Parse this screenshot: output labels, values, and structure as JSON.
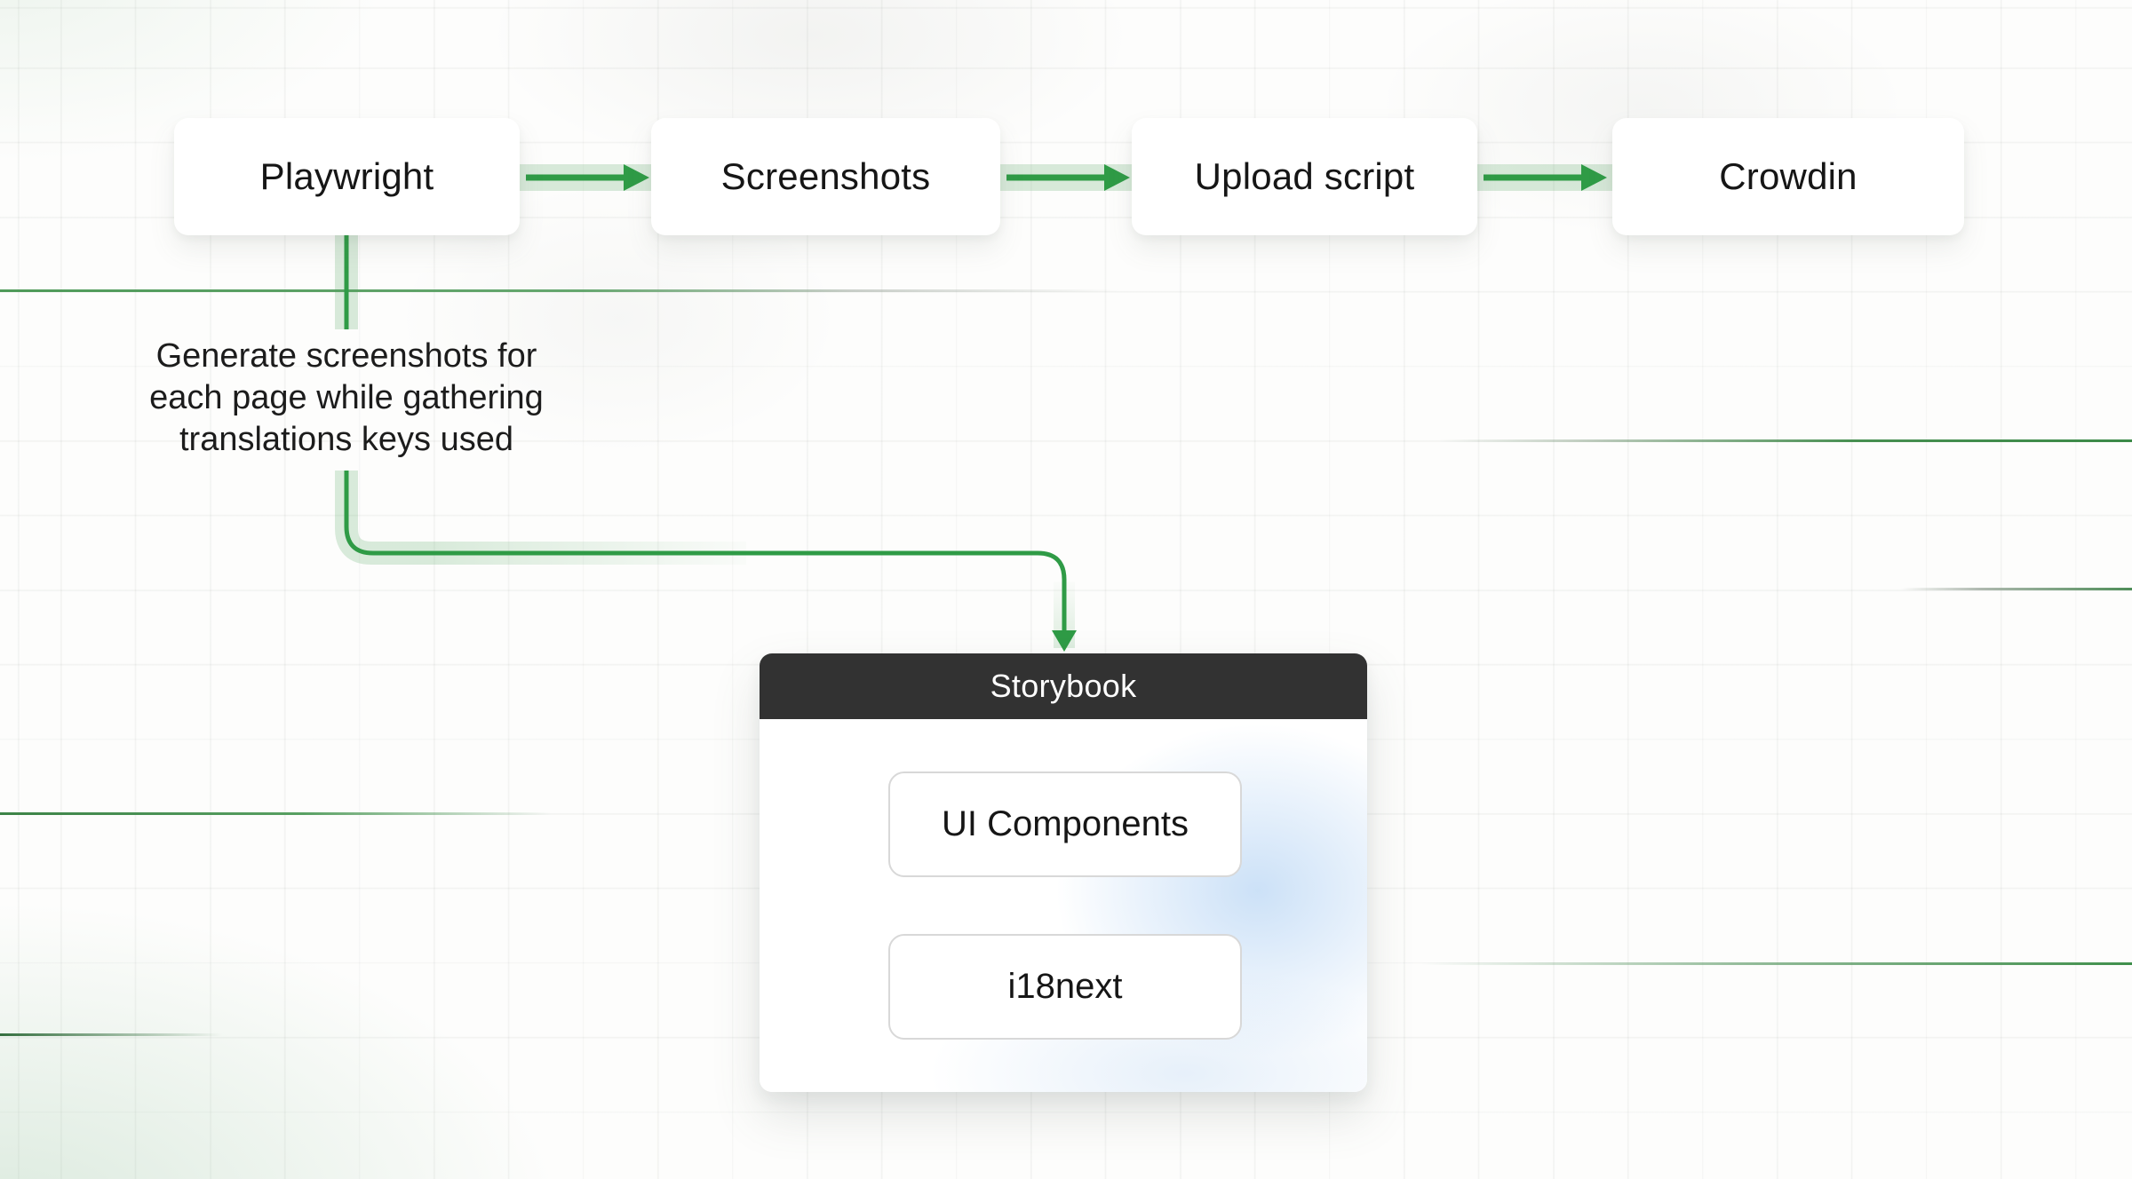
{
  "flow": {
    "nodes": [
      {
        "id": "playwright",
        "label": "Playwright"
      },
      {
        "id": "screenshots",
        "label": "Screenshots"
      },
      {
        "id": "upload-script",
        "label": "Upload script"
      },
      {
        "id": "crowdin",
        "label": "Crowdin"
      }
    ],
    "annotation": {
      "lines": [
        "Generate screenshots for",
        "each page while gathering",
        "translations keys used"
      ]
    },
    "storybook": {
      "title": "Storybook",
      "children": [
        {
          "id": "ui-components",
          "label": "UI Components"
        },
        {
          "id": "i18next",
          "label": "i18next"
        }
      ]
    }
  },
  "colors": {
    "arrow_green": "#2f9b46",
    "arrow_halo": "rgba(82,166,95,0.22)",
    "storybook_header": "#323232",
    "decorative_line_green": "#478f51",
    "text_ink": "#161616",
    "inner_box_border": "#d8d8d8"
  }
}
